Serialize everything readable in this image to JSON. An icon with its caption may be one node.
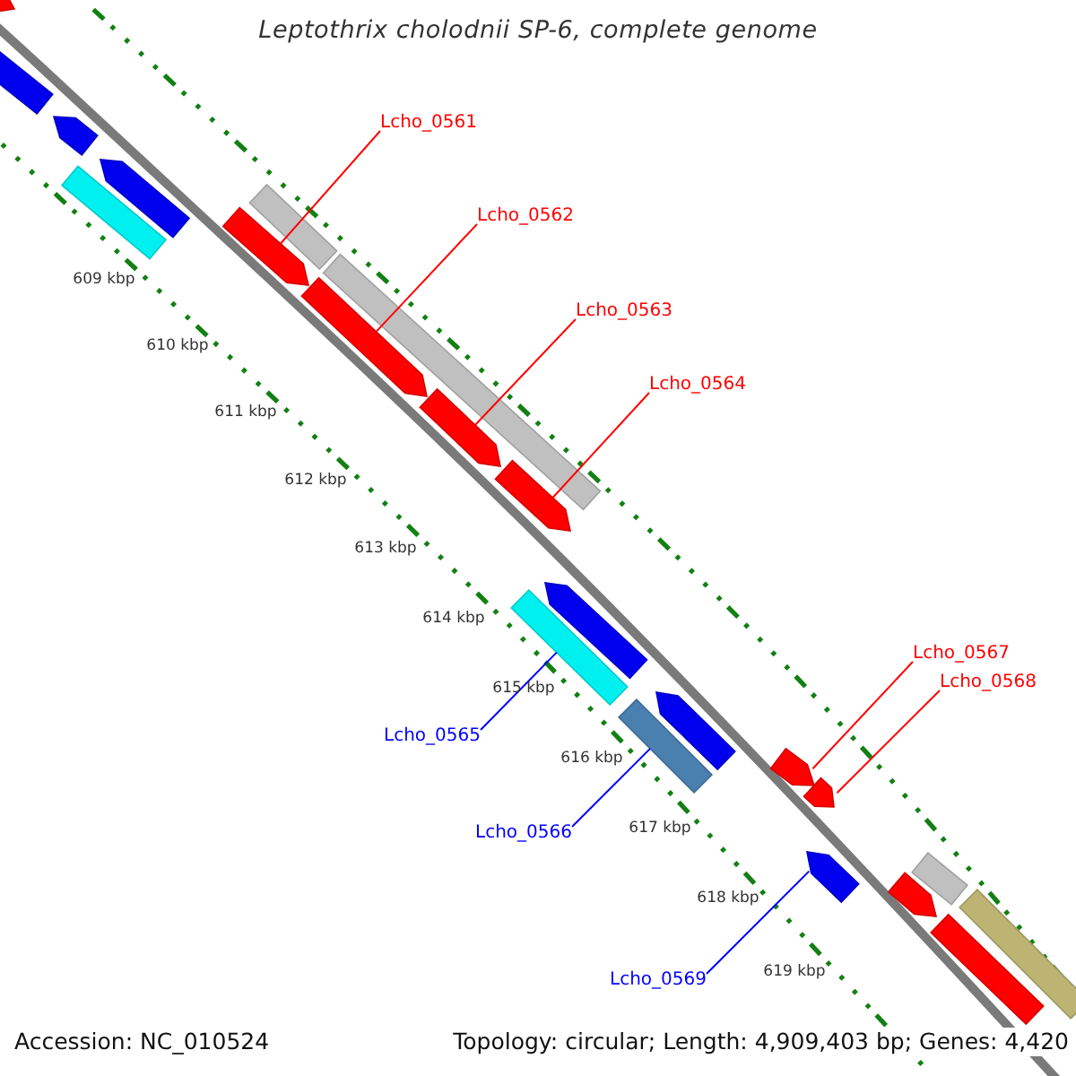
{
  "diagram": {
    "title": "Leptothrix cholodnii SP-6, complete genome",
    "nodes": [
      {
        "text": [
          "Lcho_0561"
        ]
      },
      {
        "text": [
          "Lcho_0562"
        ]
      },
      {
        "text": [
          "Lcho_0563"
        ]
      },
      {
        "text": [
          "Lcho_0564"
        ]
      },
      {
        "text": [
          "Lcho_0567"
        ]
      },
      {
        "text": [
          "Lcho_0568"
        ]
      },
      {
        "text": [
          "Lcho_0565"
        ]
      },
      {
        "text": [
          "Lcho_0566"
        ]
      },
      {
        "text": [
          "Lcho_0569"
        ]
      },
      {
        "text": [],
        "shape": "pentagon"
      },
      {
        "text": [],
        "shape": "bar"
      },
      {
        "text": [],
        "shape": "pentagon"
      },
      {
        "text": [],
        "shape": "pentagon"
      },
      {
        "text": [],
        "shape": "bar"
      },
      {
        "text": [],
        "shape": "bar"
      },
      {
        "text": [],
        "shape": "bar"
      },
      {
        "text": [],
        "shape": "pentagon"
      },
      {
        "text": [],
        "shape": "pentagon"
      },
      {
        "text": [],
        "shape": "pentagon"
      },
      {
        "text": [],
        "shape": "pentagon"
      },
      {
        "text": [],
        "shape": "pentagon"
      },
      {
        "text": [],
        "shape": "pentagon"
      },
      {
        "text": [],
        "shape": "bar"
      },
      {
        "text": [],
        "shape": "bar"
      },
      {
        "text": [],
        "shape": "pentagon"
      },
      {
        "text": [],
        "shape": "pentagon"
      },
      {
        "text": [],
        "shape": "pentagon"
      },
      {
        "text": [],
        "shape": "bar"
      },
      {
        "text": [],
        "shape": "bar"
      },
      {
        "text": [],
        "shape": "pentagon"
      },
      {
        "text": [],
        "shape": "bar"
      }
    ],
    "edges": [
      {
        "from": 0,
        "to": 16,
        "arrow": "none"
      },
      {
        "from": 1,
        "to": 17,
        "arrow": "none"
      },
      {
        "from": 2,
        "to": 18,
        "arrow": "none"
      },
      {
        "from": 3,
        "to": 19,
        "arrow": "none"
      },
      {
        "from": 4,
        "to": 24,
        "arrow": "none"
      },
      {
        "from": 5,
        "to": 25,
        "arrow": "none"
      },
      {
        "from": 6,
        "to": 22,
        "arrow": "none",
        "color": "#0000ff"
      },
      {
        "from": 7,
        "to": 23,
        "arrow": "none",
        "color": "#0000ff"
      },
      {
        "from": 8,
        "to": 26,
        "arrow": "none",
        "color": "#0000ff"
      }
    ],
    "labels": [
      "609 kbp",
      "610 kbp",
      "611 kbp",
      "612 kbp",
      "613 kbp",
      "614 kbp",
      "615 kbp",
      "616 kbp",
      "617 kbp",
      "618 kbp",
      "619 kbp",
      "Accession: NC_010524",
      "Topology: circular; Length: 4,909,403 bp; Genes: 4,420"
    ]
  }
}
